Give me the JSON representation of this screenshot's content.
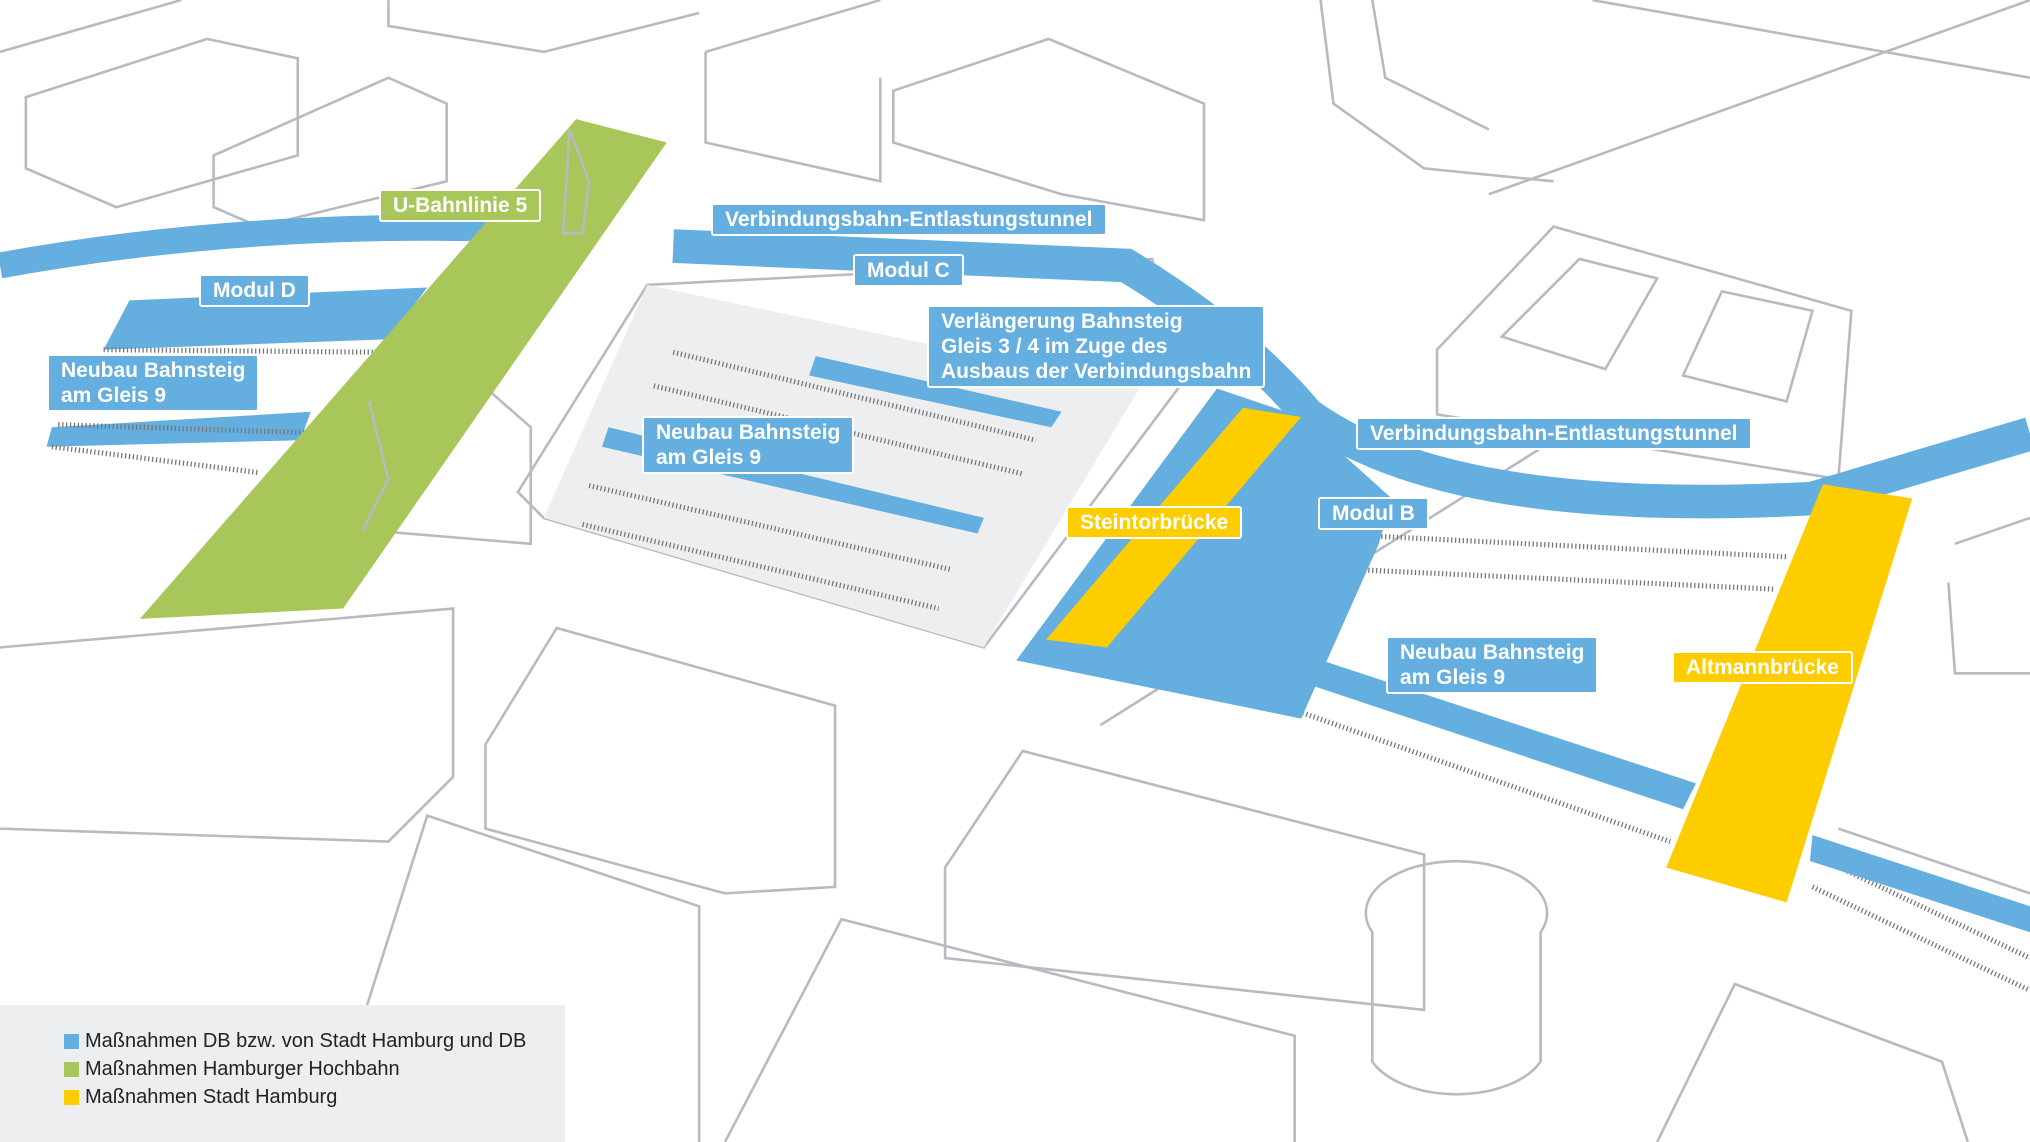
{
  "labels": {
    "u_bahn": "U-Bahnlinie 5",
    "tunnel_top": "Verbindungsbahn-Entlastungstunnel",
    "modul_c": "Modul C",
    "modul_d": "Modul D",
    "neubau_left": "Neubau Bahnsteig\nam Gleis 9",
    "verlaengerung": "Verlängerung Bahnsteig\nGleis 3 / 4 im Zuge des\nAusbaus der Verbindungsbahn",
    "neubau_mid": "Neubau Bahnsteig\nam Gleis 9",
    "tunnel_right": "Verbindungsbahn-Entlastungstunnel",
    "steintor": "Steintorbrücke",
    "modul_b": "Modul B",
    "neubau_right": "Neubau Bahnsteig\nam Gleis 9",
    "altmann": "Altmannbrücke"
  },
  "legend": [
    {
      "label": "Maßnahmen DB bzw. von Stadt Hamburg und DB",
      "color": "#64aee0"
    },
    {
      "label": "Maßnahmen Hamburger Hochbahn",
      "color": "#a8c65a"
    },
    {
      "label": "Maßnahmen Stadt Hamburg",
      "color": "#fdcd00"
    }
  ]
}
